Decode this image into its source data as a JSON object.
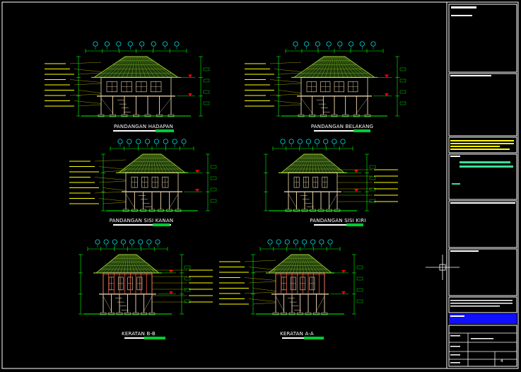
{
  "drawing": {
    "views": [
      {
        "key": "front",
        "title": "PANDANGAN HADAPAN",
        "kind": "elevation"
      },
      {
        "key": "back",
        "title": "PANDANGAN BELAKANG",
        "kind": "elevation"
      },
      {
        "key": "right",
        "title": "PANDANGAN SISI KANAN",
        "kind": "elevation"
      },
      {
        "key": "left",
        "title": "PANDANGAN SISI KIRI",
        "kind": "elevation"
      },
      {
        "key": "sectionB",
        "title": "KERATAN B-B",
        "kind": "section"
      },
      {
        "key": "sectionA",
        "title": "KERATAN A-A",
        "kind": "section"
      }
    ],
    "sheet_number": "4"
  },
  "colors": {
    "background": "#000000",
    "frame": "#ffffff",
    "roof": "#9acd32",
    "structure": "#f5deb3",
    "dimension": "#00ff00",
    "annotation": "#ffff00",
    "grid_bubble": "#00ffff",
    "datum": "#ff0000",
    "title_accent": "#00cc33",
    "panel_highlight": "#3ddc97",
    "panel_blue": "#1010ff",
    "section_cut": "#ff6347"
  }
}
